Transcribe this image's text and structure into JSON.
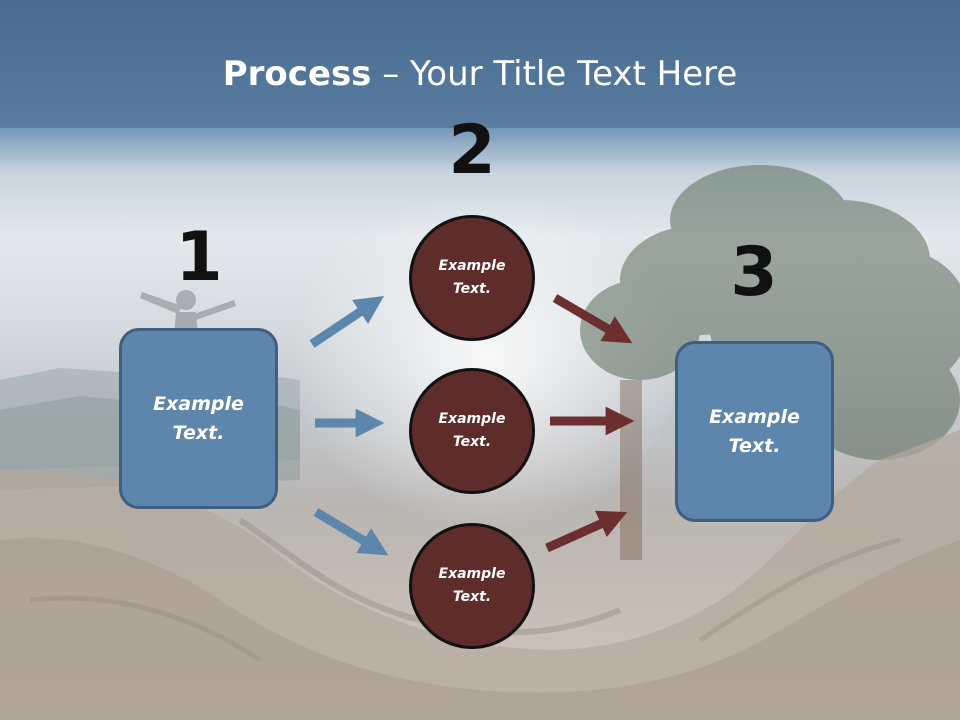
{
  "slide": {
    "title_bold": "Process",
    "title_rest": " – Your Title Text Here",
    "steps": [
      {
        "number": "1",
        "label": "Example\nText."
      },
      {
        "number": "2"
      },
      {
        "number": "3",
        "label": "Example\nText."
      }
    ],
    "circles": [
      {
        "label": "Example\nText."
      },
      {
        "label": "Example\nText."
      },
      {
        "label": "Example\nText."
      }
    ]
  },
  "colors": {
    "box_fill": "#5e86ac",
    "box_border": "#3e5f80",
    "circle_fill": "#5f2c2c",
    "blue_arrow": "#5d86ac",
    "red_arrow": "#6b2f2f",
    "header_band": "#4a6c8f"
  }
}
